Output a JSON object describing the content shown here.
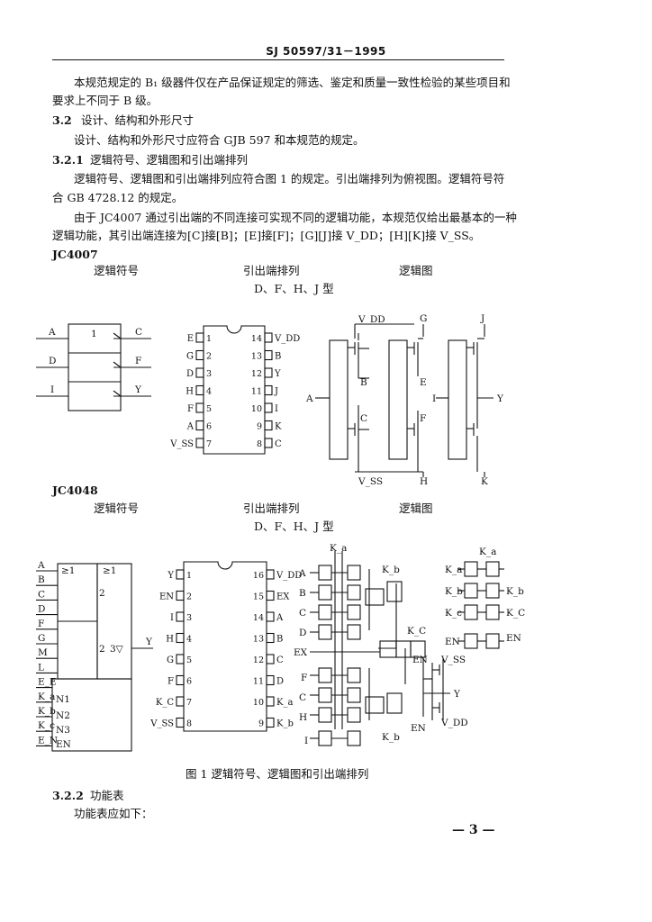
{
  "header": {
    "doc_code": "SJ 50597/31－1995"
  },
  "body": {
    "p1_line1": "本规范规定的 B₁ 级器件仅在产品保证规定的筛选、鉴定和质量一致性检验的某些项目和",
    "p1_line2": "要求上不同于 B 级。",
    "s32_num": "3.2",
    "s32_title": "设计、结构和外形尺寸",
    "s32_text": "设计、结构和外形尺寸应符合 GJB 597 和本规范的规定。",
    "s321_num": "3.2.1",
    "s321_title": "逻辑符号、逻辑图和引出端排列",
    "p2_line1": "逻辑符号、逻辑图和引出端排列应符合图 1 的规定。引出端排列为俯视图。逻辑符号符",
    "p2_line2": "合 GB 4728.12 的规定。",
    "p3_line1": "由于 JC4007 通过引出端的不同连接可实现不同的逻辑功能，本规范仅给出最基本的一种",
    "p3_line2": "逻辑功能，其引出端连接为[C]接[B]；[E]接[F]；[G][J]接 V_DD；[H][K]接 V_SS。",
    "s322_num": "3.2.2",
    "s322_title": "功能表",
    "s322_text": "功能表应如下："
  },
  "figure": {
    "caption": "图 1   逻辑符号、逻辑图和引出端排列",
    "jc4007": {
      "device": "JC4007",
      "col_symbol": "逻辑符号",
      "col_pinout": "引出端排列",
      "col_diagram": "逻辑图",
      "package": "D、F、H、J 型",
      "symbol_inputs": [
        "A",
        "D",
        "I"
      ],
      "symbol_outputs": [
        "C",
        "F",
        "Y"
      ],
      "symbol_qualifier": "1",
      "pins_left": [
        "E",
        "G",
        "D",
        "H",
        "F",
        "A",
        "V_SS"
      ],
      "pins_right": [
        "V_DD",
        "B",
        "Y",
        "J",
        "I",
        "K",
        "C"
      ],
      "nums_left": [
        "1",
        "2",
        "3",
        "4",
        "5",
        "6",
        "7"
      ],
      "nums_right": [
        "14",
        "13",
        "12",
        "11",
        "10",
        "9",
        "8"
      ],
      "diagram_labels": [
        "V_DD",
        "G",
        "J",
        "B",
        "E",
        "A",
        "I",
        "Y",
        "C",
        "F",
        "V_SS",
        "H",
        "K"
      ]
    },
    "jc4048": {
      "device": "JC4048",
      "col_symbol": "逻辑符号",
      "col_pinout": "引出端排列",
      "col_diagram": "逻辑图",
      "package": "D、F、H、J 型",
      "symbol_inputs": [
        "A",
        "B",
        "C",
        "D",
        "F",
        "G",
        "M",
        "L",
        "E_E",
        "K_a",
        "K_b",
        "K_c",
        "E_N"
      ],
      "symbol_marks": [
        "≥1",
        "≥1",
        "2",
        "2",
        "3▽",
        "N1",
        "N2",
        "N3",
        "EN"
      ],
      "symbol_output": "Y",
      "pins_left": [
        "Y",
        "EN",
        "I",
        "H",
        "G",
        "F",
        "K_C",
        "V_SS"
      ],
      "pins_right": [
        "V_DD",
        "EX",
        "A",
        "B",
        "C",
        "D",
        "K_a",
        "K_b"
      ],
      "nums_left": [
        "1",
        "2",
        "3",
        "4",
        "5",
        "6",
        "7",
        "8"
      ],
      "nums_right": [
        "16",
        "15",
        "14",
        "13",
        "12",
        "11",
        "10",
        "9"
      ],
      "diagram_labels": [
        "K_a",
        "A",
        "B",
        "C",
        "D",
        "EX",
        "F",
        "C",
        "H",
        "I",
        "K_b",
        "K_b",
        "K_C",
        "EN",
        "V_SS",
        "Y",
        "V_DD",
        "EN"
      ],
      "aux_labels": [
        "K_a",
        "K_a",
        "K_b",
        "K_b",
        "K_c",
        "K_C",
        "EN",
        "EN"
      ]
    }
  },
  "footer": {
    "page_number": "— 3 —"
  }
}
